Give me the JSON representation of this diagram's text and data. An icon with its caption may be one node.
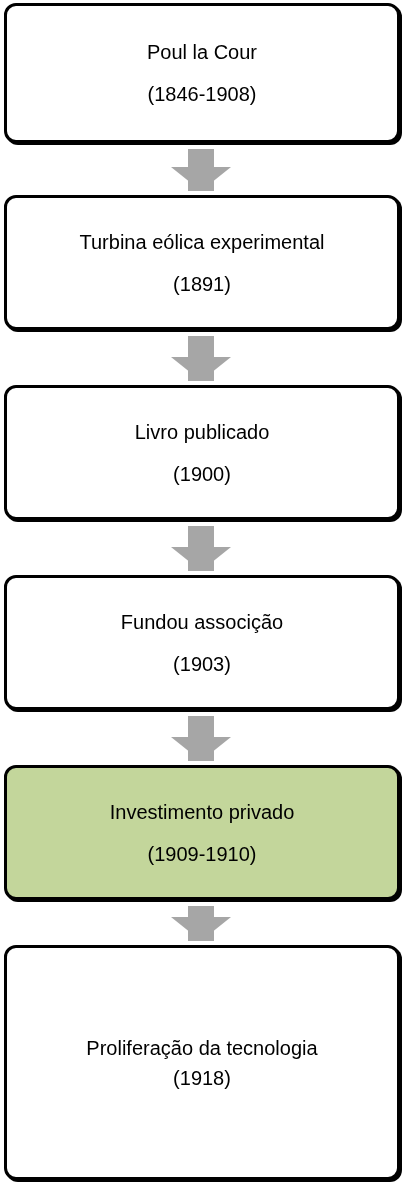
{
  "diagram": {
    "nodes": [
      {
        "text": [
          "Poul la Cour",
          "(1846-1908)"
        ]
      },
      {
        "text": [
          "Turbina eólica experimental",
          "(1891)"
        ]
      },
      {
        "text": [
          "Livro publicado",
          "(1900)"
        ]
      },
      {
        "text": [
          "Fundou associção",
          "(1903)"
        ]
      },
      {
        "text": [
          "Investimento privado",
          "(1909-1910)"
        ]
      },
      {
        "text": [
          "Proliferação da tecnologia",
          "(1918)"
        ]
      }
    ],
    "edges": [
      {
        "from": 0,
        "to": 1,
        "arrow": "to"
      },
      {
        "from": 1,
        "to": 2,
        "arrow": "to"
      },
      {
        "from": 2,
        "to": 3,
        "arrow": "to"
      },
      {
        "from": 3,
        "to": 4,
        "arrow": "to"
      },
      {
        "from": 4,
        "to": 5,
        "arrow": "to"
      }
    ]
  }
}
